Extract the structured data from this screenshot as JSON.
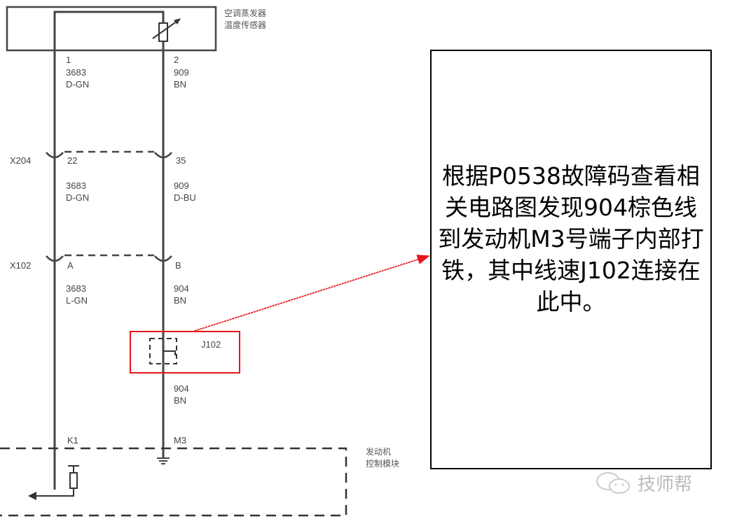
{
  "sensor": {
    "name": "空调蒸发器\n温度传感器",
    "line1": "空调蒸发器",
    "line2": "温度传感器"
  },
  "module": {
    "line1": "发动机",
    "line2": "控制模块"
  },
  "wire_left": {
    "pin_top": "1",
    "seg1_circuit": "3683",
    "seg1_color": "D-GN",
    "x204_pin": "22",
    "seg2_circuit": "3683",
    "seg2_color": "D-GN",
    "x102_pin": "A",
    "seg3_circuit": "3683",
    "seg3_color": "L-GN",
    "module_pin": "K1"
  },
  "wire_right": {
    "pin_top": "2",
    "seg1_circuit": "909",
    "seg1_color": "BN",
    "x204_pin": "35",
    "seg2_circuit": "909",
    "seg2_color": "D-BU",
    "x102_pin": "B",
    "seg3_circuit": "904",
    "seg3_color": "BN",
    "splice": "J102",
    "seg4_circuit": "904",
    "seg4_color": "BN",
    "module_pin": "M3"
  },
  "connectors": {
    "x204": "X204",
    "x102": "X102"
  },
  "note": "根据P0538故障码查看相关电路图发现904棕色线到发动机M3号端子内部打铁，其中线速J102连接在此中。",
  "watermark": "技师帮",
  "colors": {
    "highlight": "#e8141c",
    "wire": "#444444"
  }
}
